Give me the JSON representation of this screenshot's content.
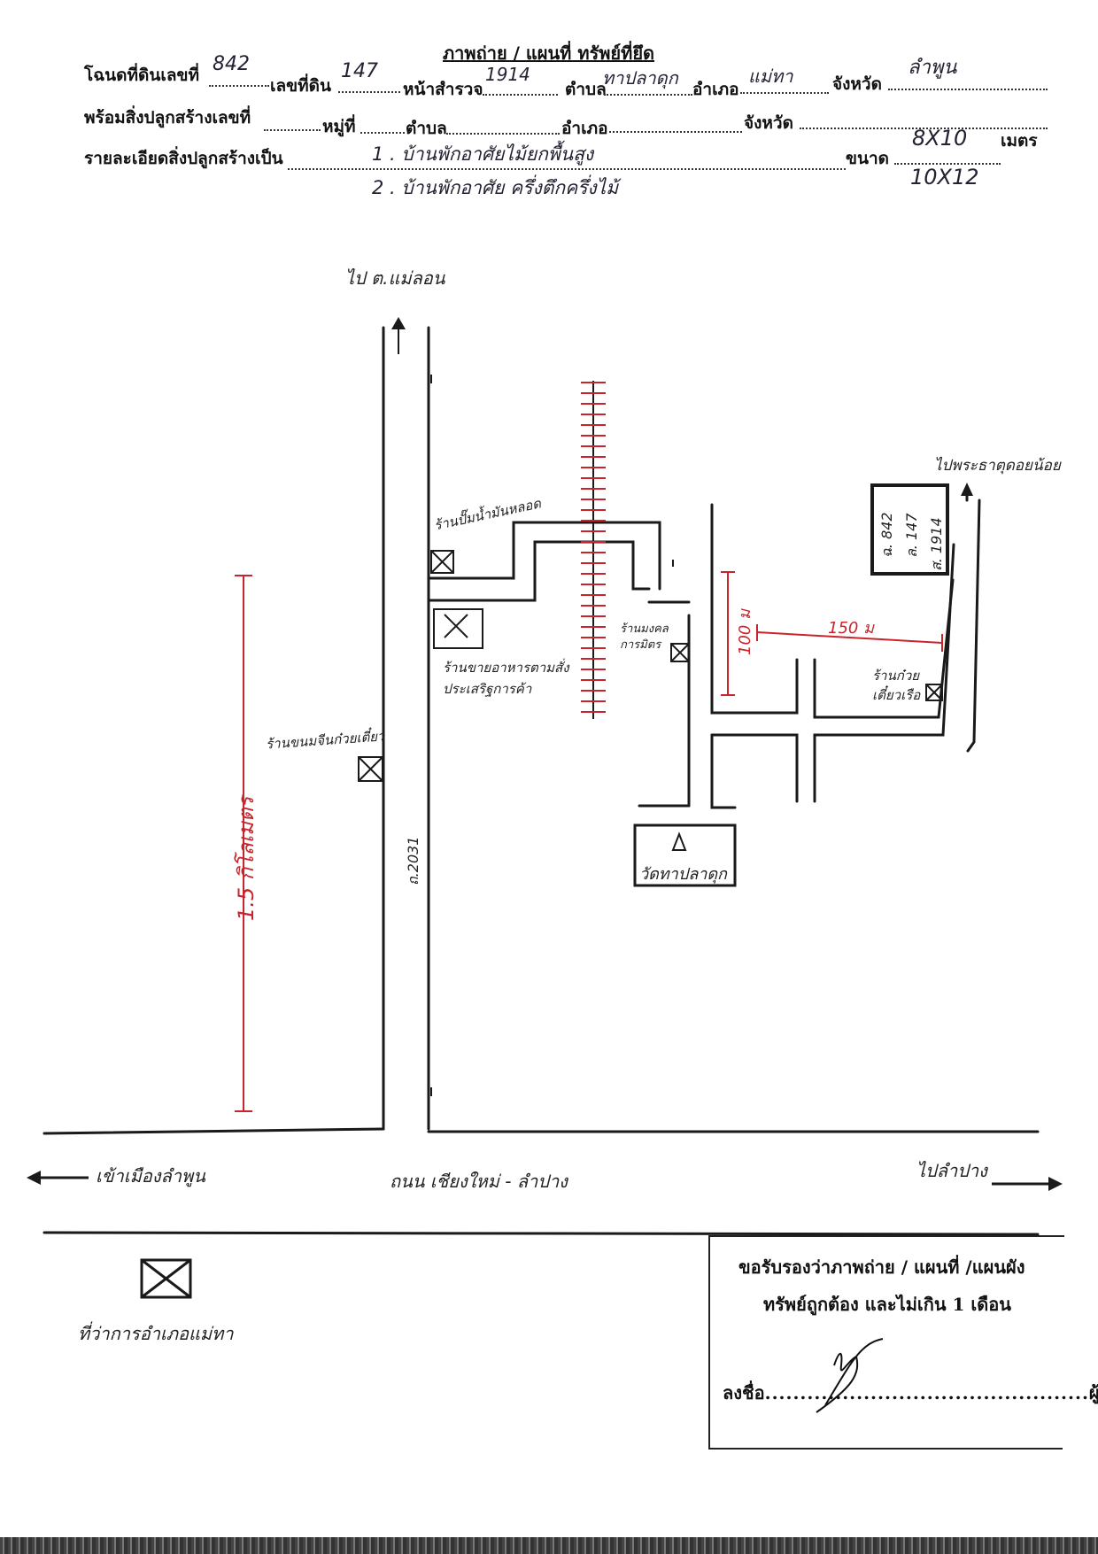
{
  "header": {
    "title": "ภาพถ่าย / แผนที่ ทรัพย์ที่ยึด",
    "row1": {
      "deed_label": "โฉนดที่ดินเลขที่",
      "deed_value": "842",
      "land_label": "เลขที่ดิน",
      "land_value": "147",
      "survey_label": "หน้าสำรวจ",
      "survey_value": "1914",
      "subdistrict_label": "ตำบล",
      "subdistrict_value": "ทาปลาดุก",
      "district_label": "อำเภอ",
      "district_value": "แม่ทา",
      "province_label": "จังหวัด",
      "province_value": "ลำพูน"
    },
    "row2": {
      "building_label": "พร้อมสิ่งปลูกสร้างเลขที่",
      "moo_label": "หมู่ที่",
      "subdistrict_label": "ตำบล",
      "district_label": "อำเภอ",
      "province_label": "จังหวัด"
    },
    "row3": {
      "detail_label": "รายละเอียดสิ่งปลูกสร้างเป็น",
      "item1": "1 .  บ้านพักอาศัยไม้ยกพื้นสูง",
      "item2": "2 .  บ้านพักอาศัย ครึ่งตึกครึ่งไม้",
      "size_label": "ขนาด",
      "size1": "8X10",
      "size2": "10X12",
      "unit": "เมตร"
    }
  },
  "map": {
    "to_mae_lon": "ไป ต.แม่ลอน",
    "to_phra_that": "ไปพระธาตุดอยน้อย",
    "shop_oil": "ร้านปั๊มน้ำมันหลอด",
    "shop_food": "ร้านขายอาหารตามสั่ง ประเสริฐการค้า",
    "shop_noodle": "ร้านขนมจีนก๋วยเตี๋ยว",
    "shop_mongkol": "ร้านมงคล การมิตร",
    "shop_ton": "ร้านก๋วย เตี๋ยวเรือ",
    "plot_deed": "ฉ. 842",
    "plot_land": "ล. 147",
    "plot_survey": "ส. 1914",
    "dist_150": "150 ม",
    "dist_100": "100 ม",
    "dist_km": "1.5 กิโลเมตร",
    "road_2031": "ถ.2031",
    "temple": "วัดทาปลาดุก",
    "to_lamphun": "เข้าเมืองลำพูน",
    "main_road": "ถนน   เชียงใหม่ - ลำปาง",
    "to_lampang": "ไปลำปาง",
    "district_office": "ที่ว่าการอำเภอแม่ทา"
  },
  "certification": {
    "line1": "ขอรับรองว่าภาพถ่าย / แผนที่ /แผนผัง",
    "line2": "ทรัพย์ถูกต้อง และไม่เกิน 1 เดือน",
    "sign_label": "ลงชื่อ",
    "sign_role": "ผู้แทนโจทก์"
  },
  "colors": {
    "ink": "#111111",
    "red": "#c8242b"
  }
}
